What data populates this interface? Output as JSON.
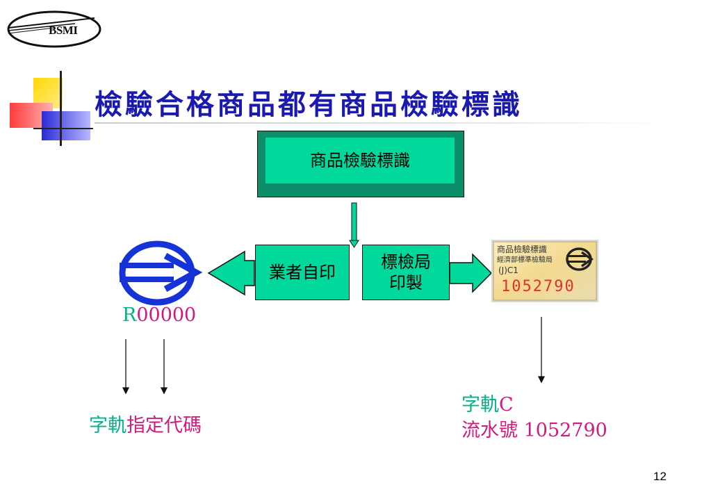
{
  "logo": {
    "text": "BSMI"
  },
  "title": "檢驗合格商品都有商品檢驗標識",
  "boxes": {
    "top": "商品檢驗標識",
    "self_print": "業者自印",
    "bsmi_print_line1": "標檢局",
    "bsmi_print_line2": "印製"
  },
  "sticker": {
    "line1": "商品檢驗標識",
    "line2": "經濟部標準檢驗局",
    "line3": "(J)C1",
    "serial": "1052790"
  },
  "left": {
    "code_prefix": "R",
    "code_digits": "00000",
    "caption_green": "字軌",
    "caption_pink": "指定代碼"
  },
  "right": {
    "caption1_green": "字軌",
    "caption1_pink": "C",
    "caption2_green": "流水號",
    "caption2_pink": " 1052790"
  },
  "page_number": "12",
  "colors": {
    "title": "#1a1ab0",
    "box_fill": "#00d99b",
    "box_dark": "#0a8f6a",
    "green_text": "#00b386",
    "pink_text": "#d4197c",
    "mark_blue": "#1533d6"
  }
}
